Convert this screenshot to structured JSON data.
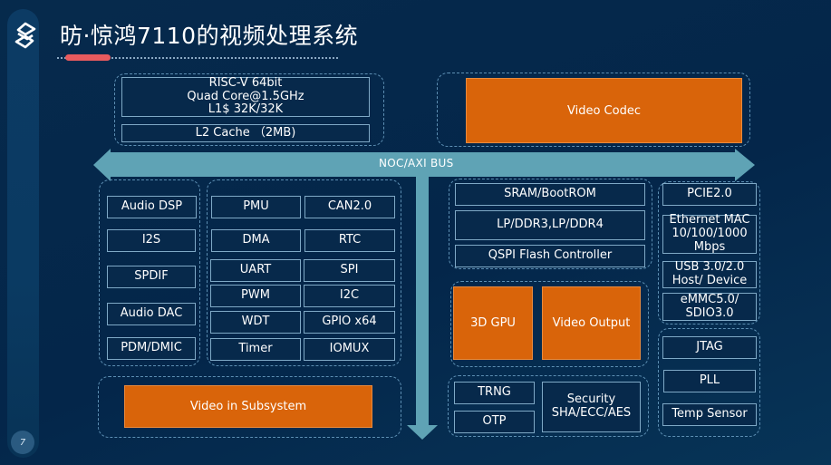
{
  "slide": {
    "title": "昉·惊鸿7110的视频处理系统",
    "page_number": "7",
    "accent_color": "#e85b5e",
    "block_color": "#d9640a",
    "bus_color": "#5fa3b5"
  },
  "cpu": {
    "core_lines": [
      "RISC-V 64bit",
      "Quad Core@1.5GHz",
      "L1$ 32K/32K"
    ],
    "l2": "L2 Cache （2MB)"
  },
  "video_codec": "Video Codec",
  "bus": {
    "label": "NOC/AXI BUS"
  },
  "audio": [
    "Audio DSP",
    "I2S",
    "SPDIF",
    "Audio DAC",
    "PDM/DMIC"
  ],
  "peripherals": [
    [
      "PMU",
      "CAN2.0"
    ],
    [
      "DMA",
      "RTC"
    ],
    [
      "UART",
      "SPI"
    ],
    [
      "PWM",
      "I2C"
    ],
    [
      "WDT",
      "GPIO x64"
    ],
    [
      "Timer",
      "IOMUX"
    ]
  ],
  "video_in": "Video in Subsystem",
  "memory": [
    "SRAM/BootROM",
    "LP/DDR3,LP/DDR4",
    "QSPI Flash Controller"
  ],
  "graphics": [
    "3D GPU",
    "Video Output"
  ],
  "security": {
    "trng": "TRNG",
    "otp": "OTP",
    "security_lines": [
      "Security",
      "SHA/ECC/AES"
    ]
  },
  "interfaces": [
    [
      "PCIE2.0"
    ],
    [
      "Ethernet MAC",
      "10/100/1000",
      "Mbps"
    ],
    [
      "USB 3.0/2.0",
      "Host/ Device"
    ],
    [
      "eMMC5.0/",
      "SDIO3.0"
    ]
  ],
  "system": [
    "JTAG",
    "PLL",
    "Temp Sensor"
  ]
}
